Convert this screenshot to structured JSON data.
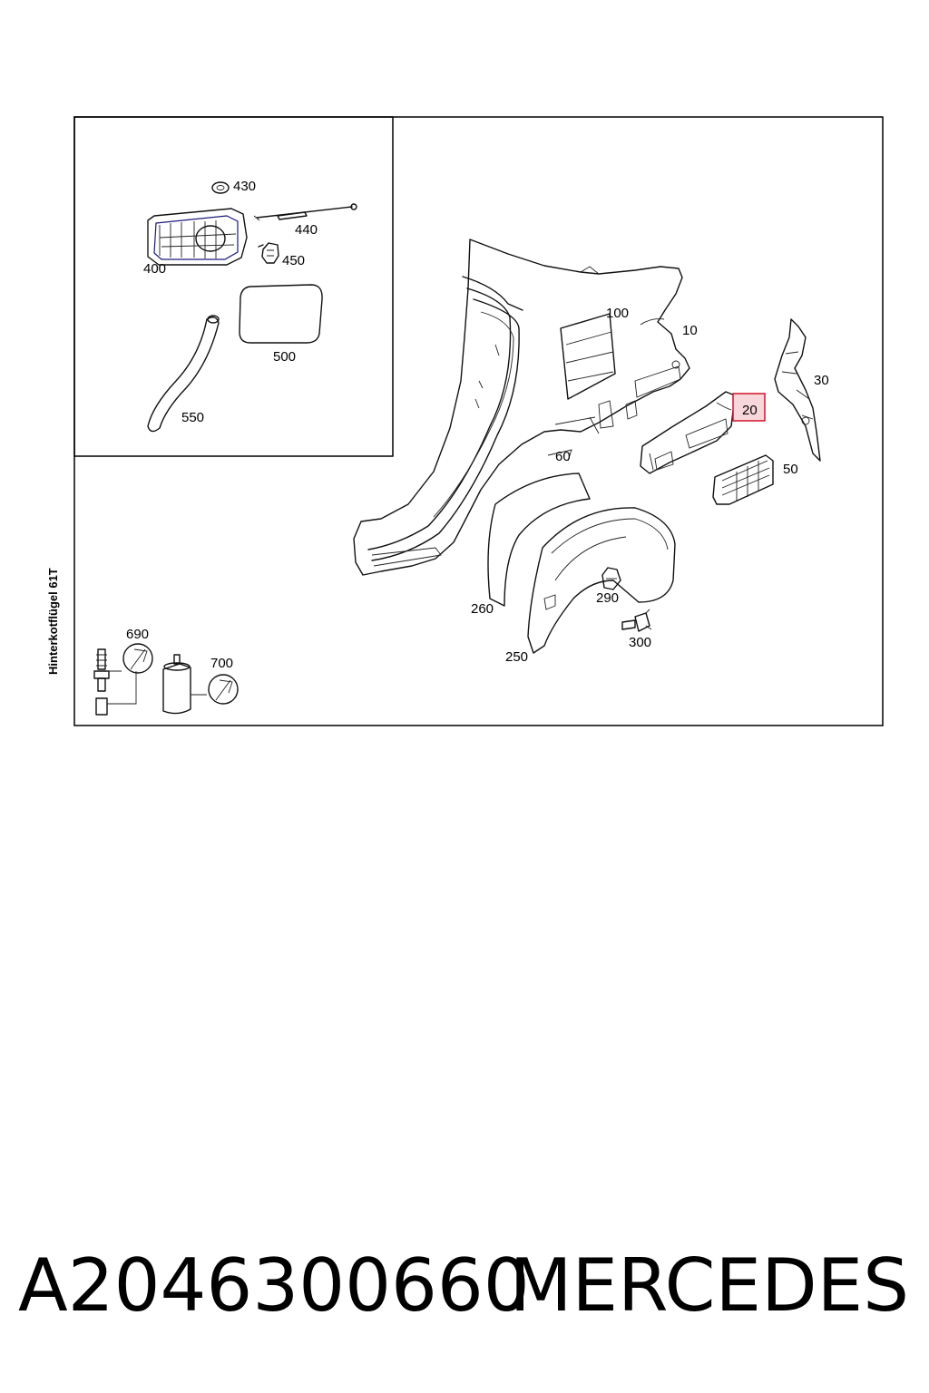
{
  "diagram": {
    "side_label": "Hinterkotflügel 61T",
    "highlighted": "20",
    "callouts": [
      "430",
      "440",
      "400",
      "450",
      "500",
      "550",
      "100",
      "10",
      "30",
      "20",
      "60",
      "50",
      "260",
      "290",
      "250",
      "300",
      "690",
      "700"
    ],
    "colors": {
      "frame": "#000000",
      "highlight_border": "#d0142a",
      "highlight_fill": "#f8d7dc"
    }
  },
  "footer": {
    "part_number": "A2046300660",
    "brand": "MERCEDES"
  }
}
